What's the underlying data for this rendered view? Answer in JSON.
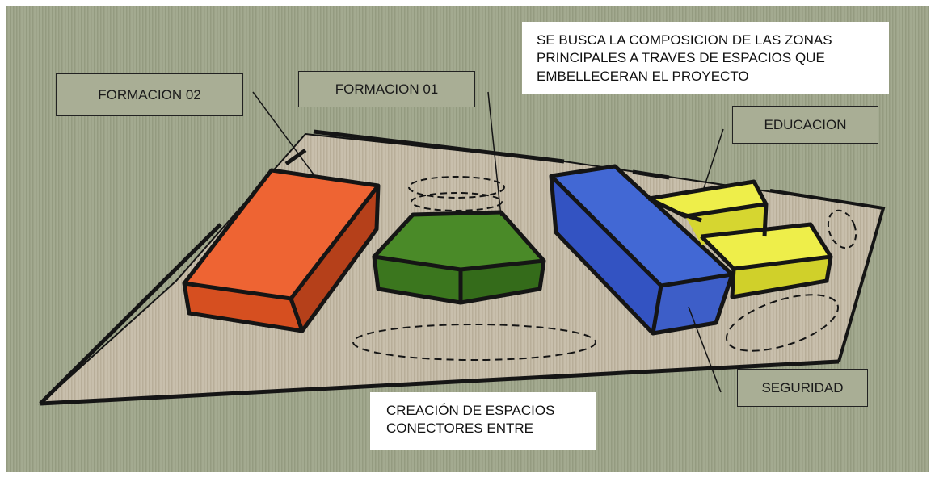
{
  "labels": {
    "formacion_02": "FORMACION  02",
    "formacion_01": "FORMACION 01",
    "educacion": "EDUCACION",
    "seguridad": "SEGURIDAD"
  },
  "notes": {
    "top_right": [
      "SE BUSCA LA COMPOSICION DE LAS ZONAS",
      "PRINCIPALES A TRAVES DE ESPACIOS QUE",
      "EMBELLECERAN EL PROYECTO"
    ],
    "bottom": [
      "CREACIÓN DE ESPACIOS",
      "CONECTORES ENTRE"
    ]
  },
  "colors": {
    "background": "#9ea68c",
    "ground": "#c5bba7",
    "formacion_02_block": "#e2582a",
    "formacion_01_block": "#3f7a22",
    "seguridad_block": "#3557c4",
    "educacion_block": "#e2e23a",
    "outline": "#151515"
  }
}
